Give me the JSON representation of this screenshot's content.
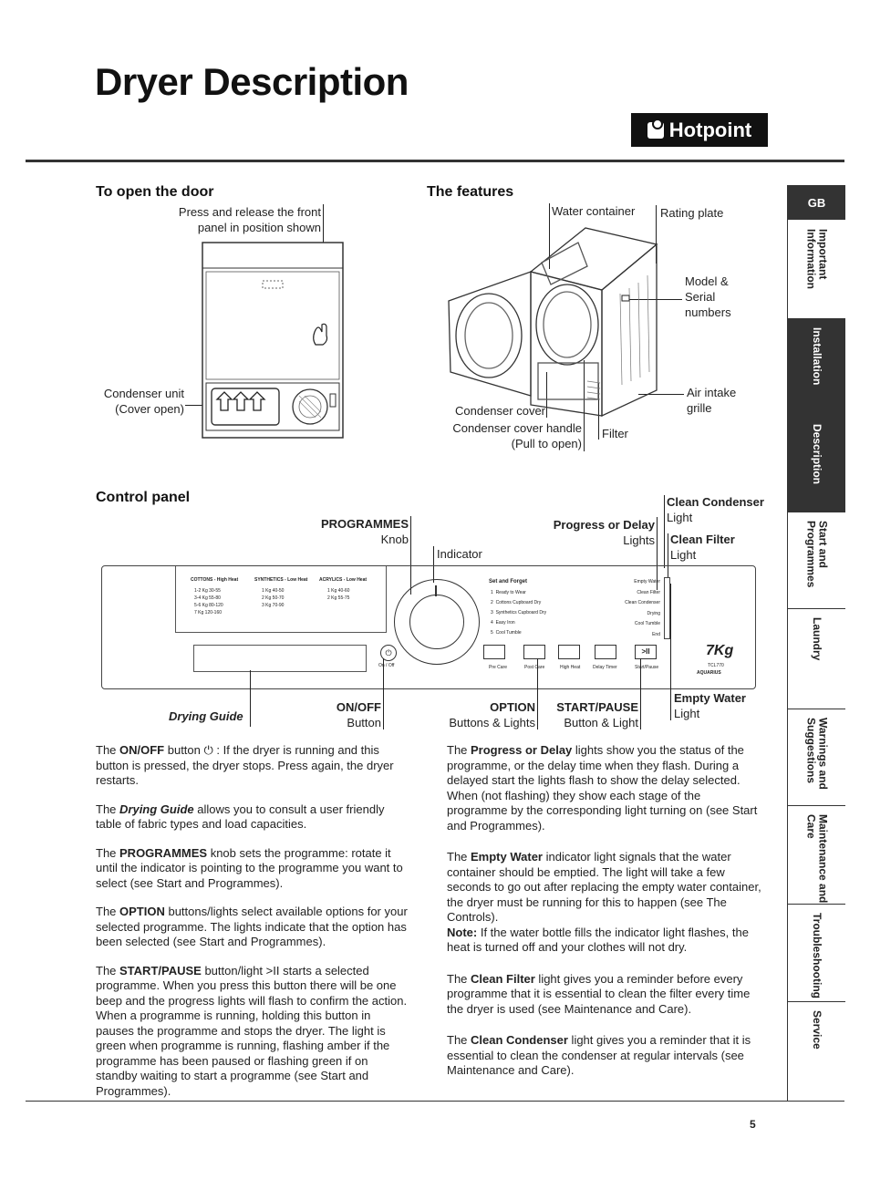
{
  "page": {
    "title": "Dryer Description",
    "brand": "Hotpoint",
    "page_number": "5"
  },
  "sidebar": {
    "lang": "GB",
    "tabs": [
      "Important Information",
      "Installation",
      "Description",
      "Start and Programmes",
      "Laundry",
      "Warnings and Suggestions",
      "Maintenance and Care",
      "Troubleshooting",
      "Service"
    ]
  },
  "door": {
    "heading": "To open the door",
    "press_label": "Press and release the front panel in position shown",
    "condenser_label": "Condenser unit (Cover open)"
  },
  "features": {
    "heading": "The features",
    "water_container": "Water container",
    "rating_plate": "Rating plate",
    "model_serial": "Model & Serial numbers",
    "air_intake": "Air intake grille",
    "condenser_cover": "Condenser cover",
    "condenser_handle": "Condenser cover handle (Pull to open)",
    "filter": "Filter"
  },
  "control_panel": {
    "heading": "Control panel",
    "programmes": "PROGRAMMES",
    "programmes_sub": "Knob",
    "indicator": "Indicator",
    "progress": "Progress or Delay",
    "progress_sub": "Lights",
    "clean_condenser": "Clean Condenser",
    "clean_condenser_sub": "Light",
    "clean_filter": "Clean Filter",
    "clean_filter_sub": "Light",
    "empty_water": "Empty Water",
    "empty_water_sub": "Light",
    "drying_guide": "Drying Guide",
    "onoff": "ON/OFF",
    "onoff_sub": "Button",
    "option": "OPTION",
    "option_sub": "Buttons & Lights",
    "startpause": "START/PAUSE",
    "startpause_sub": "Button & Light",
    "panel": {
      "col1_head": "COTTONS - High Heat",
      "col2_head": "SYNTHETICS - Low Heat",
      "col3_head": "ACRYLICS - Low Heat",
      "col1": [
        "1-2 Kg 30-55",
        "3-4 Kg 55-80",
        "5-6 Kg 80-120",
        "7 Kg 120-160"
      ],
      "col2": [
        "1 Kg 40-50",
        "2 Kg 50-70",
        "3 Kg 70-90"
      ],
      "col3": [
        "1 Kg 40-60",
        "2 Kg 55-75"
      ],
      "onoff_small": "On / Off",
      "set_forget": "Set and Forget",
      "programs": [
        "Ready to Wear",
        "Cottons Cupboard Dry",
        "Synthetics Cupboard Dry",
        "Easy Iron",
        "Cool Tumble"
      ],
      "lights": [
        "Empty Water",
        "Clean Filter",
        "Clean Condenser",
        "Drying",
        "Cool Tumble",
        "End"
      ],
      "buttons": [
        "Pre Care",
        "Post Care",
        "High Heat",
        "Delay Timer",
        "Start/Pause"
      ],
      "model": "TCL770",
      "model_name": "AQUARIUS",
      "capacity": "7Kg"
    }
  },
  "left_text": [
    {
      "pre": "The ",
      "b": "ON/OFF",
      "post": " button  ⏻  : If the dryer is running and this button is pressed, the dryer stops. Press again, the dryer restarts."
    },
    {
      "pre": "The ",
      "b": "Drying Guide",
      "post": " allows you to consult a user friendly table of fabric types and load capacities."
    },
    {
      "pre": "The ",
      "b": "PROGRAMMES",
      "post": " knob sets the programme: rotate it until the indicator is pointing to the programme you want to select (see Start and Programmes)."
    },
    {
      "pre": "The ",
      "b": "OPTION",
      "post": " buttons/lights select available options for your selected programme. The lights indicate that the option has been selected (see Start and Programmes)."
    },
    {
      "pre": "The ",
      "b": "START/PAUSE",
      "post": " button/light  >II  starts a selected programme. When you press this button there will be one beep and the progress lights will flash to confirm the action. When a programme is running, holding this button in pauses the programme and stops the dryer. The light is green when programme is running, flashing amber if the programme has been paused or flashing green if on standby waiting to start a programme (see Start and Programmes)."
    }
  ],
  "right_text": [
    {
      "pre": "The ",
      "b": "Progress or Delay",
      "post": " lights show you the status of the programme, or the delay time when they flash. During a delayed start the lights flash to show the delay selected. When (not flashing) they show each stage of the programme by the corresponding light turning on (see Start and Programmes)."
    },
    {
      "pre": "The ",
      "b": "Empty Water",
      "post": " indicator light signals that the water container should be emptied. The light will take a few seconds to go out after replacing the empty water container, the dryer must be running for this to happen (see The Controls)."
    },
    {
      "pre": "",
      "b": "Note:",
      "post": " If the water bottle fills the indicator light flashes, the heat is turned off and your clothes will not dry."
    },
    {
      "pre": "The ",
      "b": "Clean Filter",
      "post": " light gives you a reminder before every programme that it is essential to clean the filter every time the dryer is used (see Maintenance and Care)."
    },
    {
      "pre": "The ",
      "b": "Clean Condenser",
      "post": " light gives you a reminder that it is essential to clean the condenser at regular intervals (see Maintenance and Care)."
    }
  ]
}
